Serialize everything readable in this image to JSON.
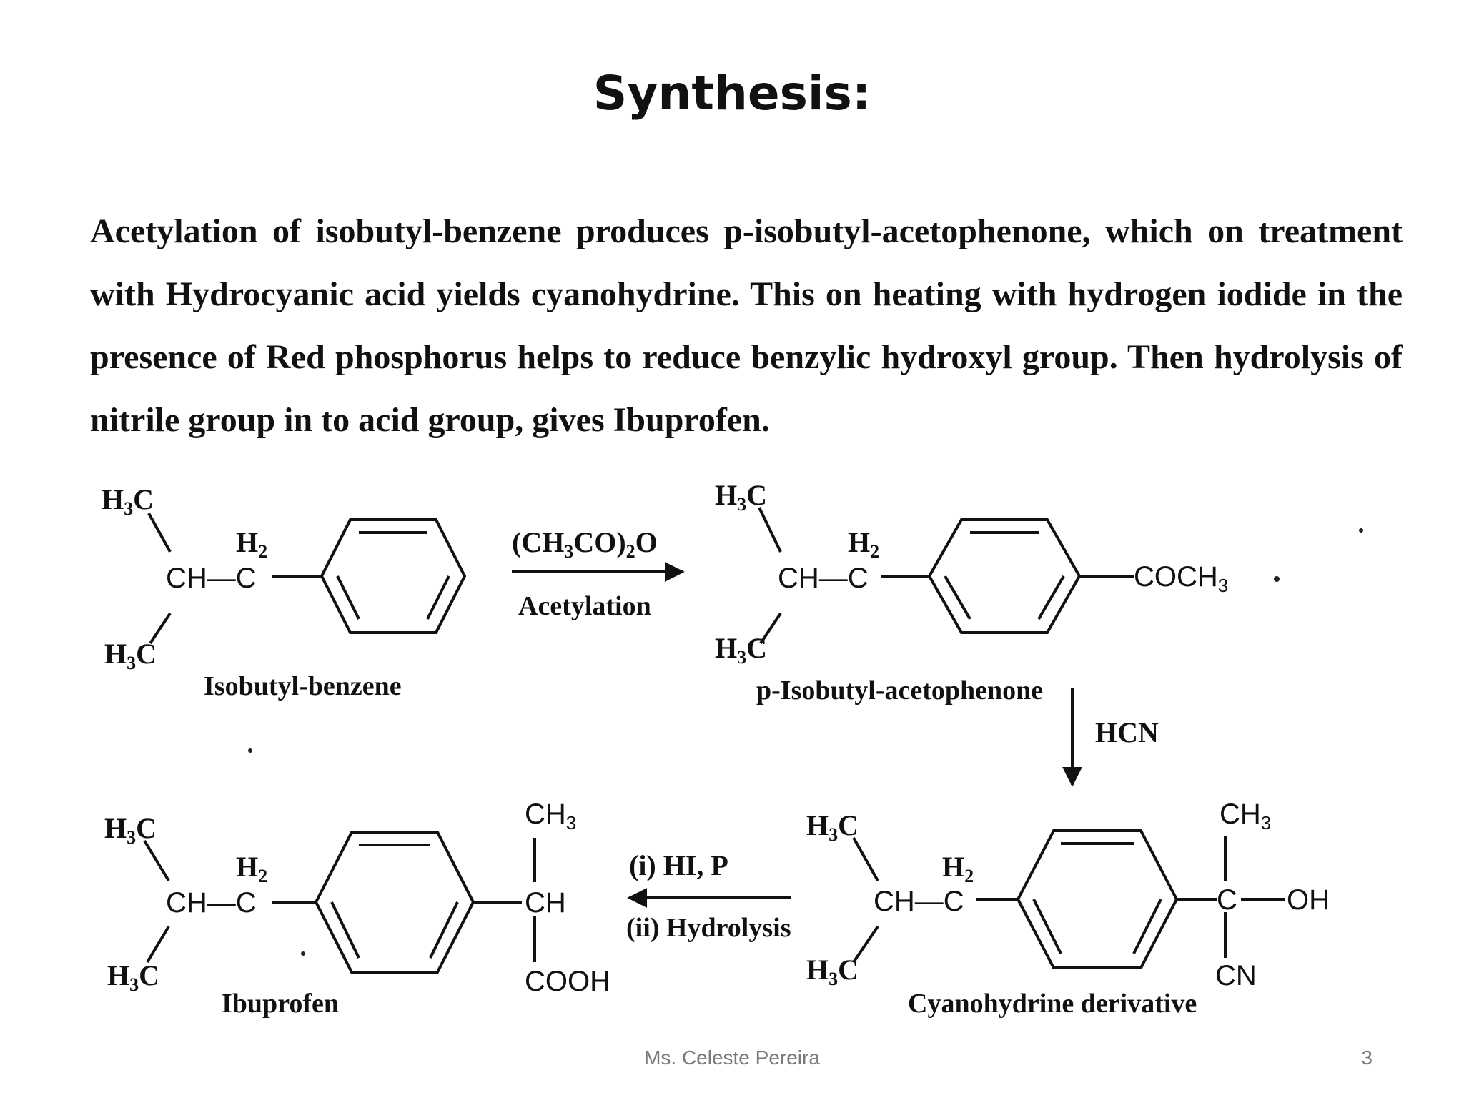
{
  "slide": {
    "title": "Synthesis:",
    "paragraph": "Acetylation of isobutyl-benzene produces p-isobutyl-acetophenone, which on treatment with Hydrocyanic acid yields cyanohydrine. This on heating with hydrogen iodide in the presence of Red phosphorus helps to reduce benzylic hydroxyl group. Then hydrolysis of nitrile group in to acid group, gives Ibuprofen.",
    "author": "Ms. Celeste Pereira",
    "page_number": "3"
  },
  "scheme": {
    "groups": {
      "h3c": "H",
      "h3c_sub": "3",
      "h3c_c": "C",
      "h2": "H",
      "h2_sub": "2",
      "ch_c": "CH—C",
      "coch": "COCH",
      "coch_sub": "3",
      "ch3": "CH",
      "ch3_sub": "3",
      "ch": "CH",
      "cooh": "COOH",
      "c": "C",
      "oh": "OH",
      "cn": "CN"
    },
    "compounds": {
      "c1": "Isobutyl-benzene",
      "c2": "p-Isobutyl-acetophenone",
      "c3": "Cyanohydrine derivative",
      "c4": "Ibuprofen"
    },
    "reagents": {
      "step1_top_a": "(CH",
      "step1_top_sub1": "3",
      "step1_top_b": "CO)",
      "step1_top_sub2": "2",
      "step1_top_c": "O",
      "step1_bottom": "Acetylation",
      "step2": "HCN",
      "step3_a": "(i) HI, P",
      "step3_b": "(ii) Hydrolysis"
    }
  }
}
